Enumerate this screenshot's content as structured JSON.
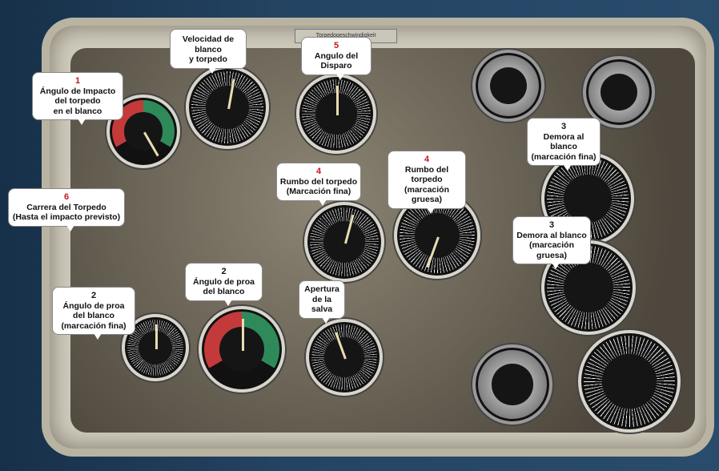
{
  "plaque": "Torpedogeschwindigkeit",
  "callouts": [
    {
      "num": "1",
      "num_color": "#c8141c",
      "lines": [
        "Ángulo de Impacto",
        "del torpedo",
        "en el blanco"
      ]
    },
    {
      "num": "",
      "lines": [
        "Velocidad de",
        "blanco",
        "y torpedo"
      ]
    },
    {
      "num": "5",
      "num_color": "#c8141c",
      "lines": [
        "Angulo del",
        "Disparo"
      ]
    },
    {
      "num": "4",
      "num_color": "#c8141c",
      "lines": [
        "Rumbo del torpedo",
        "(Marcación fina)"
      ]
    },
    {
      "num": "4",
      "num_color": "#c8141c",
      "lines": [
        "Rumbo del torpedo",
        "(marcación gruesa)"
      ]
    },
    {
      "num": "6",
      "num_color": "#c8141c",
      "lines": [
        "Carrera del Torpedo",
        "(Hasta el impacto previsto)"
      ]
    },
    {
      "num": "2",
      "num_color": "#111111",
      "lines": [
        "Ángulo de proa",
        "del blanco"
      ]
    },
    {
      "num": "2",
      "num_color": "#111111",
      "lines": [
        "Ángulo de proa",
        "del blanco",
        "(marcación fina)"
      ]
    },
    {
      "num": "",
      "lines": [
        "Apertura",
        "de la",
        "salva"
      ]
    },
    {
      "num": "3",
      "num_color": "#111111",
      "lines": [
        "Demora al blanco",
        "(marcación fina)"
      ]
    },
    {
      "num": "3",
      "num_color": "#111111",
      "lines": [
        "Demora al blanco",
        "(marcación gruesa)"
      ]
    }
  ]
}
